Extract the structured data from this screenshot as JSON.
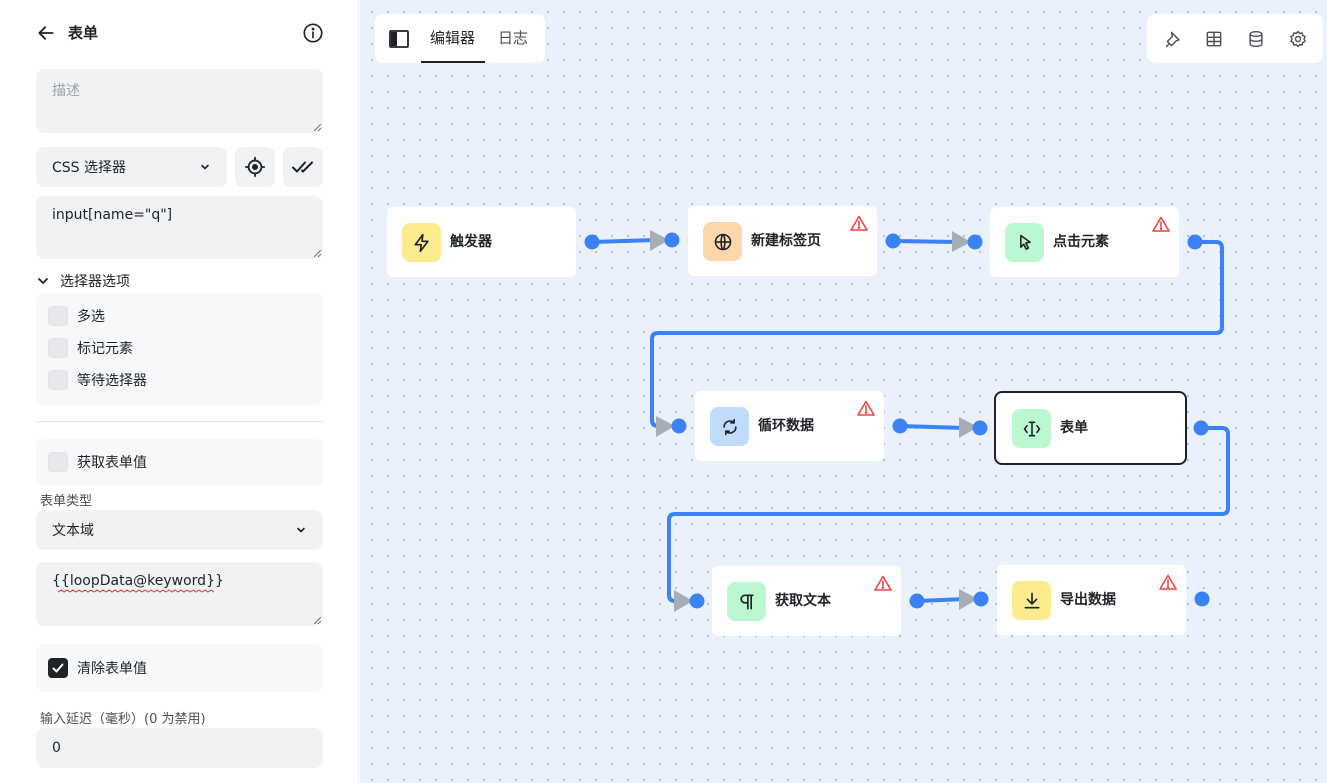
{
  "sidebar": {
    "title": "表单",
    "description_placeholder": "描述",
    "selector_type": "CSS 选择器",
    "selector_value": "input[name=\"q\"]",
    "selector_options_label": "选择器选项",
    "options": [
      {
        "label": "多选",
        "checked": false
      },
      {
        "label": "标记元素",
        "checked": false
      },
      {
        "label": "等待选择器",
        "checked": false
      }
    ],
    "get_form_value_label": "获取表单值",
    "form_type_label": "表单类型",
    "form_type_value": "文本域",
    "form_value": "{{loopData@keyword}}",
    "clear_form_value_label": "清除表单值",
    "input_delay_label": "输入延迟（毫秒）(0 为禁用)",
    "input_delay_value": "0"
  },
  "canvas": {
    "tabs": [
      {
        "label": "编辑器",
        "active": true
      },
      {
        "label": "日志",
        "active": false
      }
    ],
    "tools": [
      "pin-icon",
      "table-icon",
      "database-icon",
      "settings-icon"
    ],
    "nodes": [
      {
        "id": "trigger",
        "label": "触发器",
        "icon": "bolt-icon",
        "icon_bg": "#fdeb8d",
        "warning": false
      },
      {
        "id": "new-tab",
        "label": "新建标签页",
        "icon": "globe-icon",
        "icon_bg": "#fed7aa",
        "warning": true
      },
      {
        "id": "click-element",
        "label": "点击元素",
        "icon": "cursor-icon",
        "icon_bg": "#bbf7d0",
        "warning": true
      },
      {
        "id": "loop-data",
        "label": "循环数据",
        "icon": "refresh-icon",
        "icon_bg": "#bfdbfe",
        "warning": true
      },
      {
        "id": "form",
        "label": "表单",
        "icon": "text-cursor-icon",
        "icon_bg": "#bbf7d0",
        "warning": false,
        "selected": true
      },
      {
        "id": "get-text",
        "label": "获取文本",
        "icon": "paragraph-icon",
        "icon_bg": "#bbf7d0",
        "warning": true
      },
      {
        "id": "export-data",
        "label": "导出数据",
        "icon": "download-icon",
        "icon_bg": "#fdeb8d",
        "warning": true
      }
    ],
    "colors": {
      "edge": "#3b82f6",
      "handle": "#3b82f6",
      "arrow": "#a7adb7",
      "warning": "#ef4444"
    }
  }
}
